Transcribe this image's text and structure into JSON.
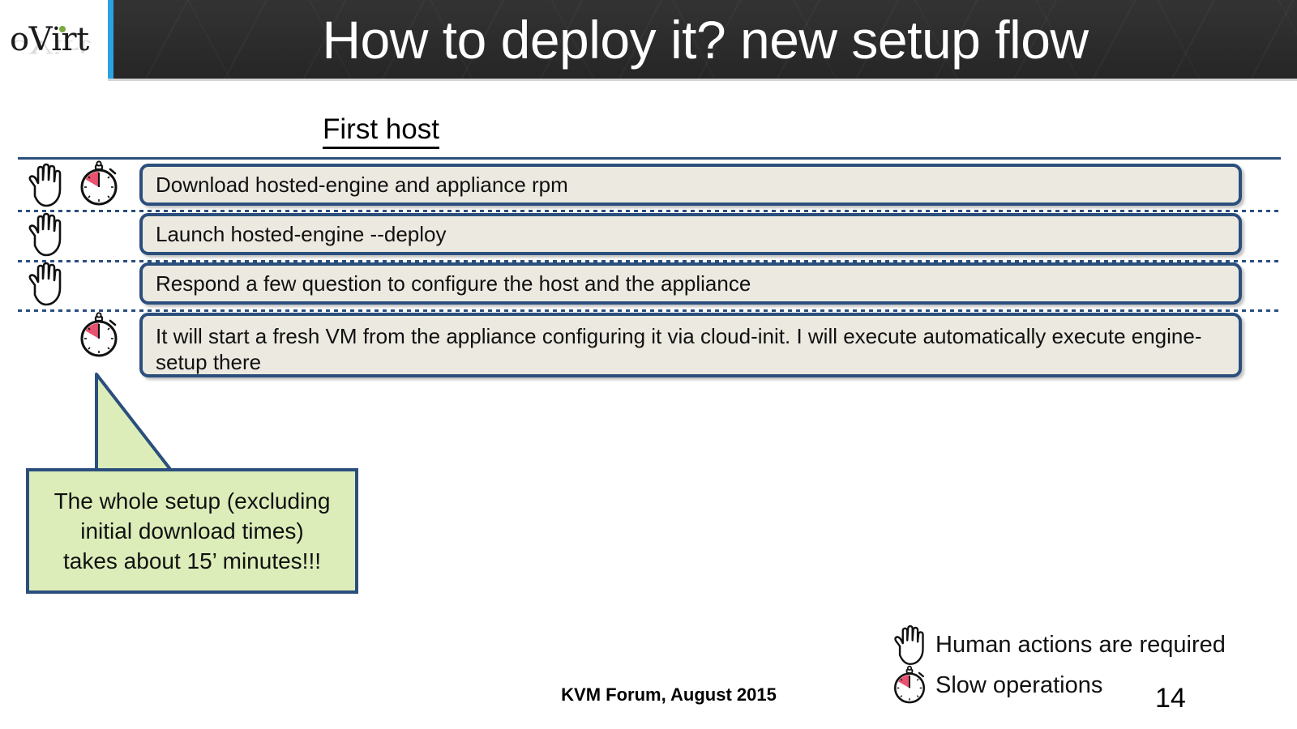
{
  "brand": {
    "logo_text": "oVirt",
    "accent_color": "#2aa3e0",
    "header_bg": "#2c2c2c"
  },
  "header": {
    "title": "How to deploy it? new setup flow"
  },
  "section": {
    "heading": "First host"
  },
  "flow": {
    "box_fill": "#ece9e0",
    "box_border": "#2b4f7d",
    "rows": [
      {
        "text": "Download hosted-engine and appliance rpm",
        "human_action": true,
        "slow_operation": true
      },
      {
        "text": "Launch hosted-engine --deploy",
        "human_action": true,
        "slow_operation": false
      },
      {
        "text": "Respond a few question to configure the host and the appliance",
        "human_action": true,
        "slow_operation": false
      },
      {
        "text": "It will start a fresh VM from the appliance configuring it via cloud-init. I will execute automatically execute engine-setup there",
        "human_action": false,
        "slow_operation": true
      }
    ]
  },
  "callout": {
    "fill_color": "#dcedb9",
    "border_color": "#2b4f7d",
    "lines": [
      "The whole setup (excluding",
      "initial download times)",
      "takes about 15’ minutes!!!"
    ]
  },
  "legend": {
    "items": [
      {
        "icon": "hand-icon",
        "label": "Human actions are required"
      },
      {
        "icon": "stopwatch-icon",
        "label": "Slow operations"
      }
    ]
  },
  "footer": {
    "event": "KVM Forum, August 2015",
    "page_number": "14"
  }
}
